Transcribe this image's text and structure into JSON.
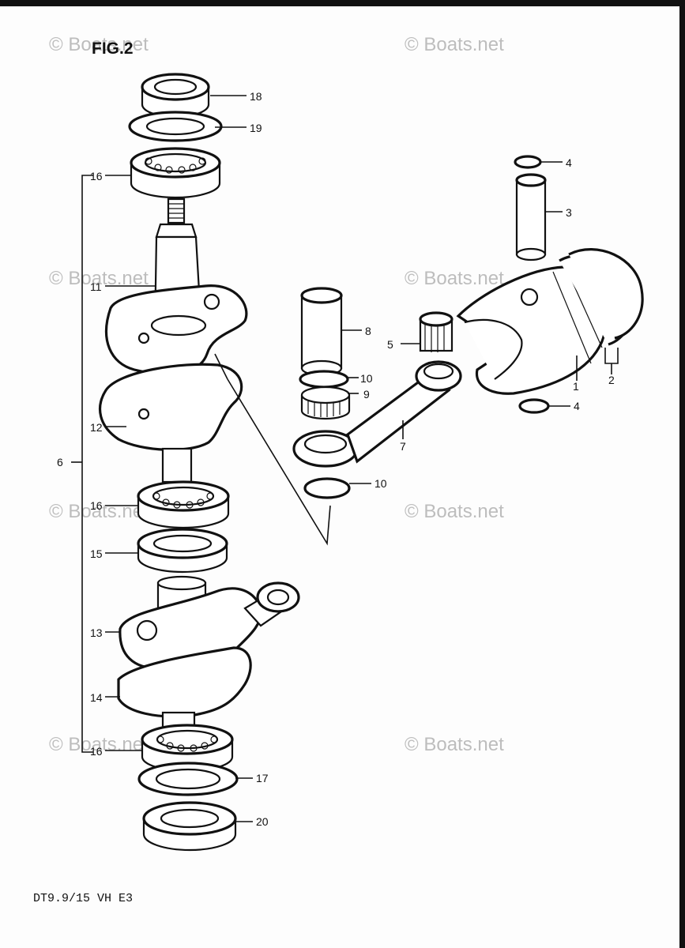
{
  "figure": {
    "title": "FIG.2",
    "model_code": "DT9.9/15 VH E3",
    "watermark": "© Boats.net"
  },
  "callouts": [
    {
      "id": "1",
      "label": "1"
    },
    {
      "id": "2",
      "label": "2"
    },
    {
      "id": "3",
      "label": "3"
    },
    {
      "id": "4a",
      "label": "4"
    },
    {
      "id": "4b",
      "label": "4"
    },
    {
      "id": "5",
      "label": "5"
    },
    {
      "id": "6",
      "label": "6"
    },
    {
      "id": "7",
      "label": "7"
    },
    {
      "id": "8",
      "label": "8"
    },
    {
      "id": "9",
      "label": "9"
    },
    {
      "id": "10a",
      "label": "10"
    },
    {
      "id": "10b",
      "label": "10"
    },
    {
      "id": "11",
      "label": "11"
    },
    {
      "id": "12",
      "label": "12"
    },
    {
      "id": "13",
      "label": "13"
    },
    {
      "id": "14",
      "label": "14"
    },
    {
      "id": "15",
      "label": "15"
    },
    {
      "id": "16a",
      "label": "16"
    },
    {
      "id": "16b",
      "label": "16"
    },
    {
      "id": "16c",
      "label": "16"
    },
    {
      "id": "17",
      "label": "17"
    },
    {
      "id": "18",
      "label": "18"
    },
    {
      "id": "19",
      "label": "19"
    },
    {
      "id": "20",
      "label": "20"
    }
  ],
  "colors": {
    "ink": "#111111",
    "paper": "#fdfdfd",
    "watermark": "#bdbdbd"
  }
}
